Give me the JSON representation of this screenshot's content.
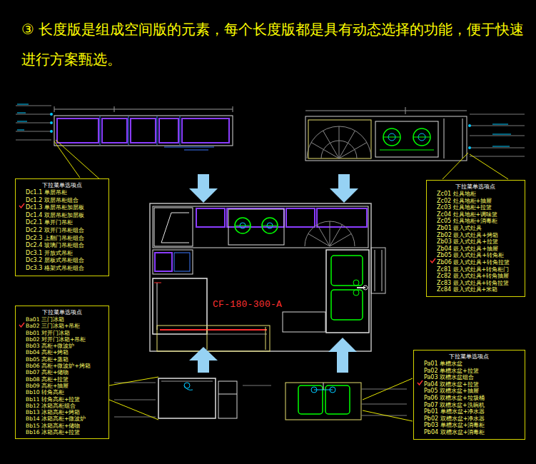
{
  "diagram": {
    "title": "③ 长度版是组成空间版的元素，每个长度版都是具有动态选择的功能，便于快速进行方案甄选。",
    "nodes": [
      {
        "text": [
          "下拉菜单选项点",
          "Dc1.1 单层吊柜",
          "Dc1.2 双层吊柜组合",
          "Dc1.3 单层吊柜加层板",
          "Dc1.4 双层吊柜加层板",
          "Dc2.1 单开门吊柜",
          "Dc2.2 双开门吊柜组合",
          "Dc2.3 上翻门吊柜组合",
          "Dc2.4 玻璃门吊柜组合",
          "Dc3.1 开放式吊柜",
          "Dc3.2 层板式吊柜组合",
          "Dc3.3 格架式吊柜组合"
        ]
      },
      {
        "text": [
          "下拉菜单选项点",
          "Zc01 灶具地柜",
          "Zc02 灶具地柜+抽屉",
          "Zc03 灶具地柜+拉篮",
          "Zc04 灶具地柜+调味篮",
          "Zc05 灶具地柜+消毒柜",
          "Zb01 嵌入式灶具",
          "Zb02 嵌入式灶具+烤箱",
          "Zb03 嵌入式灶具+拉篮",
          "Zb04 嵌入式灶具+抽屉",
          "Zb05 嵌入式灶具+转角柜",
          "Zb06 嵌入式灶具+转角拉篮",
          "Zc81 嵌入式灶具+转角柜门",
          "Zc82 嵌入式灶具+转角抽屉",
          "Zc83 嵌入式灶具+转角拉篮",
          "Zc84 嵌入式灶具+米箱"
        ]
      },
      {
        "text": [
          "CF-180-300-A"
        ]
      },
      {
        "text": [
          "下拉菜单选项点",
          "Ba01 三门冰箱",
          "Ba02 三门冰箱+吊柜",
          "Bb01 对开门冰箱",
          "Bb02 对开门冰箱+吊柜",
          "Bb03 高柜+微波炉",
          "Bb04 高柜+烤箱",
          "Bb05 高柜+蒸箱",
          "Bb06 高柜+微波炉+烤箱",
          "Bb07 高柜+储物",
          "Bb08 高柜+拉篮",
          "Bb09 高柜+抽屉",
          "Bb10 转角高柜",
          "Bb11 转角高柜+拉篮",
          "Bb12 冰箱高柜组合",
          "Bb13 冰箱高柜+烤箱",
          "Bb14 冰箱高柜+微波炉",
          "Bb15 冰箱高柜+储物",
          "Bb16 冰箱高柜+拉篮"
        ]
      },
      {
        "text": [
          "下拉菜单选项点",
          "Pa01 单槽水盆",
          "Pa02 单槽水盆+拉篮",
          "Pa03 双槽水盆组合",
          "Pa04 双槽水盆+拉篮",
          "Pa05 双槽水盆+抽屉",
          "Pa06 双槽水盆+垃圾桶",
          "Pa07 双槽水盆+洗碗机",
          "Pb01 单槽水盆+净水器",
          "Pb02 双槽水盆+净水器",
          "Pb03 单槽水盆+消毒柜",
          "Pb04 双槽水盆+消毒柜"
        ]
      }
    ]
  }
}
